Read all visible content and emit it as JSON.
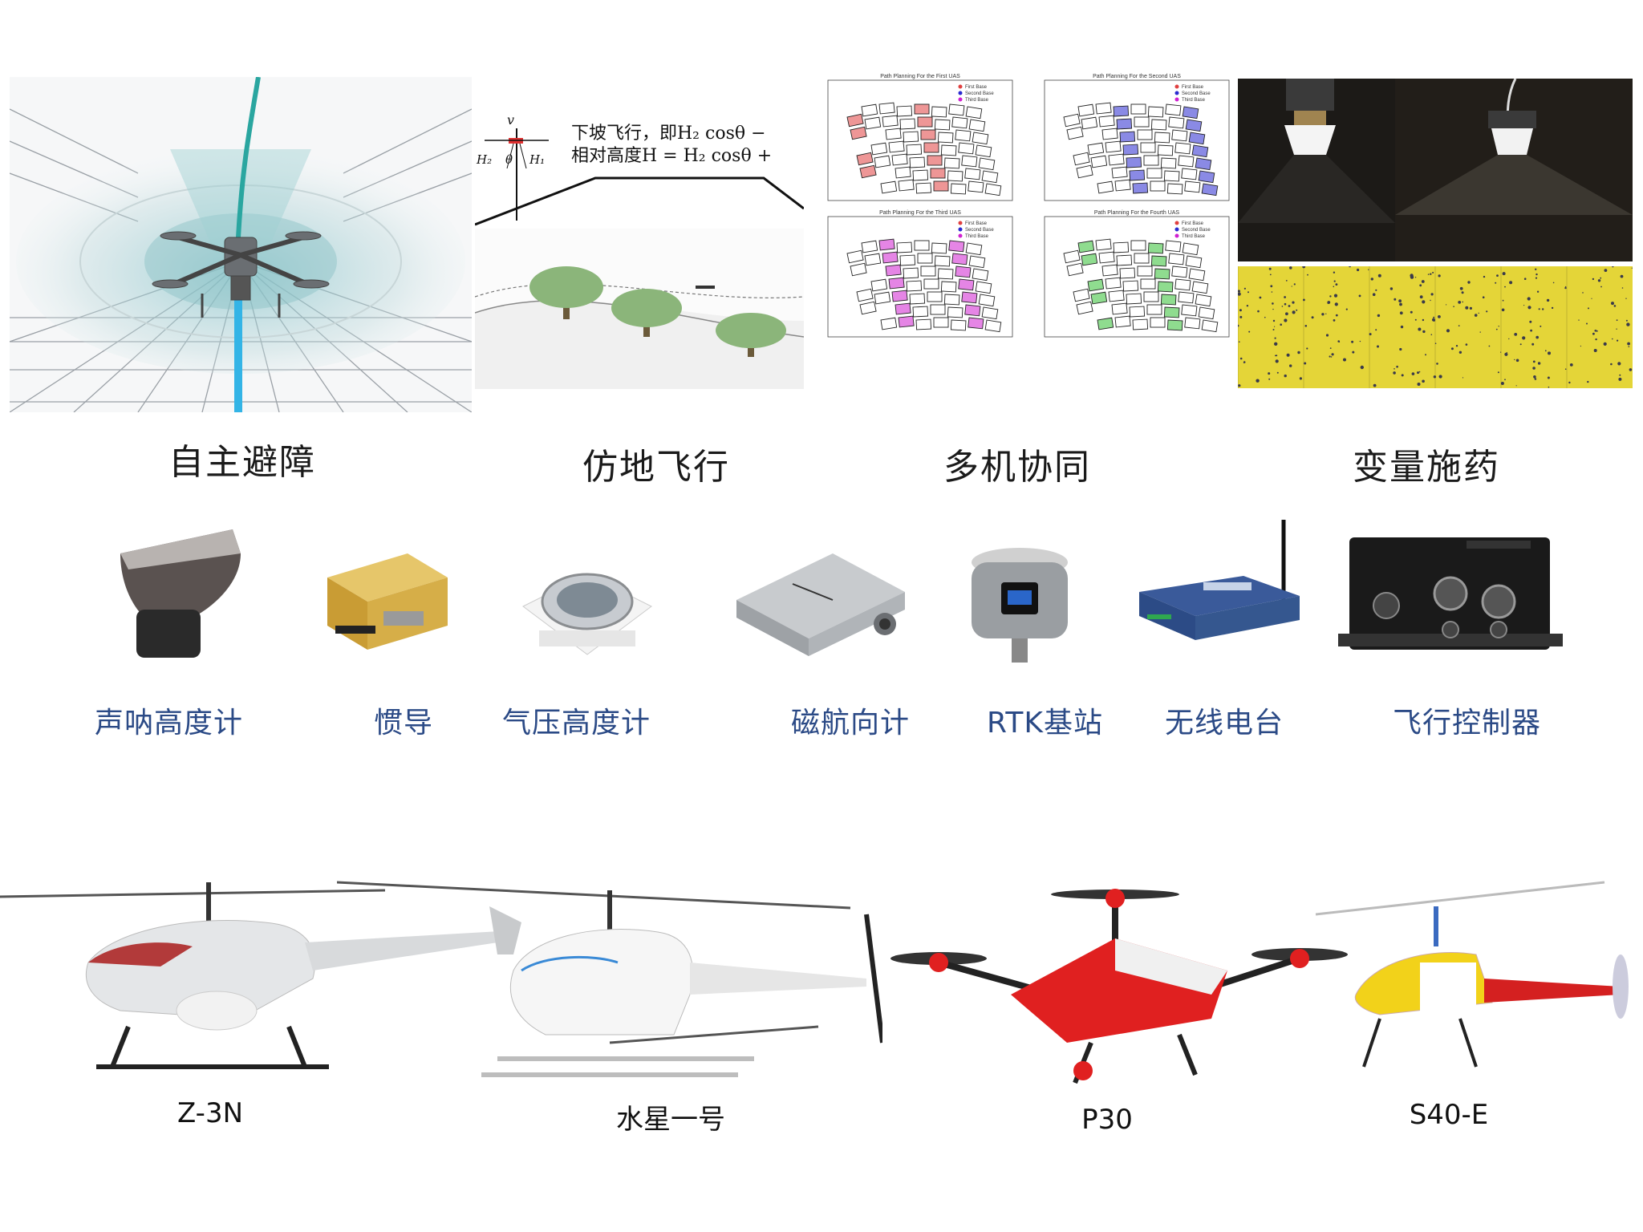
{
  "features": {
    "obstacle_avoidance": "自主避障",
    "terrain_following": "仿地飞行",
    "multi_cooperation": "多机协同",
    "variable_spraying": "变量施药"
  },
  "terrain_formula": {
    "line1": "下坡飞行，即H₂ cosθ − ",
    "line2": "相对高度H = H₂ cosθ + ",
    "label_v": "v",
    "label_h2": "H₂",
    "label_theta": "θ",
    "label_h1": "H₁"
  },
  "path_planning": {
    "titles": [
      "Path Planning For the First UAS",
      "Path Planning For the Second UAS",
      "Path Planning For the Third UAS",
      "Path Planning For the Fourth UAS"
    ],
    "legend": [
      "First Base",
      "Second Base",
      "Third Base"
    ],
    "colors": {
      "first": "#e04040",
      "second": "#2a2ad0",
      "third": "#d020d0"
    }
  },
  "sensors": {
    "sonar_altimeter": "声呐高度计",
    "ins": "惯导",
    "baro_altimeter": "气压高度计",
    "magnetic_compass": "磁航向计",
    "rtk_base": "RTK基站",
    "radio": "无线电台",
    "flight_controller": "飞行控制器"
  },
  "models": {
    "z3n": "Z-3N",
    "shuixing": "水星一号",
    "p30": "P30",
    "s40e": "S40-E"
  },
  "colors": {
    "sensor_caption": "#2b4a86",
    "spray_yellow": "#e4d538",
    "p30_red": "#e02020",
    "s40_yellow": "#f2d21a"
  }
}
